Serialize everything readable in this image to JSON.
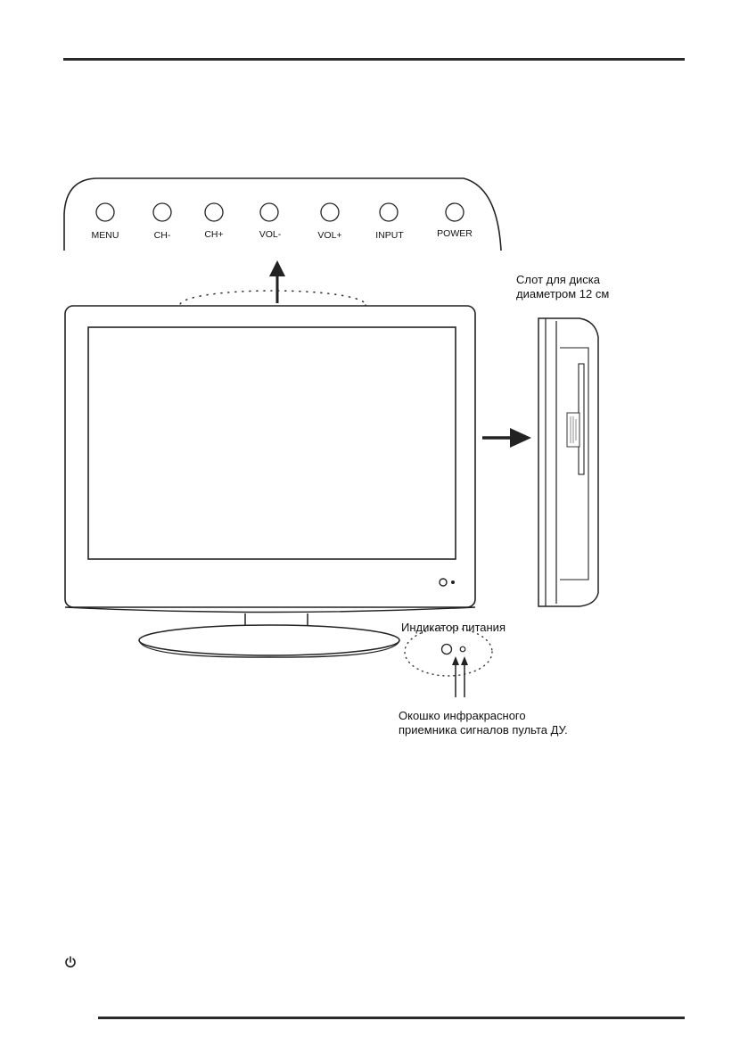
{
  "control_panel": {
    "buttons": [
      {
        "label": "MENU"
      },
      {
        "label": "CH-"
      },
      {
        "label": "CH+"
      },
      {
        "label": "VOL-"
      },
      {
        "label": "VOL+"
      },
      {
        "label": "INPUT"
      },
      {
        "label": "POWER"
      }
    ]
  },
  "callouts": {
    "disc_slot_line1": "Слот для диска",
    "disc_slot_line2": "диаметром 12 см",
    "power_indicator": "Индикатор питания",
    "ir_window_line1": "Окошко инфракрасного",
    "ir_window_line2": "приемника сигналов пульта ДУ."
  },
  "icons": {
    "footer_icon": "power-icon"
  }
}
